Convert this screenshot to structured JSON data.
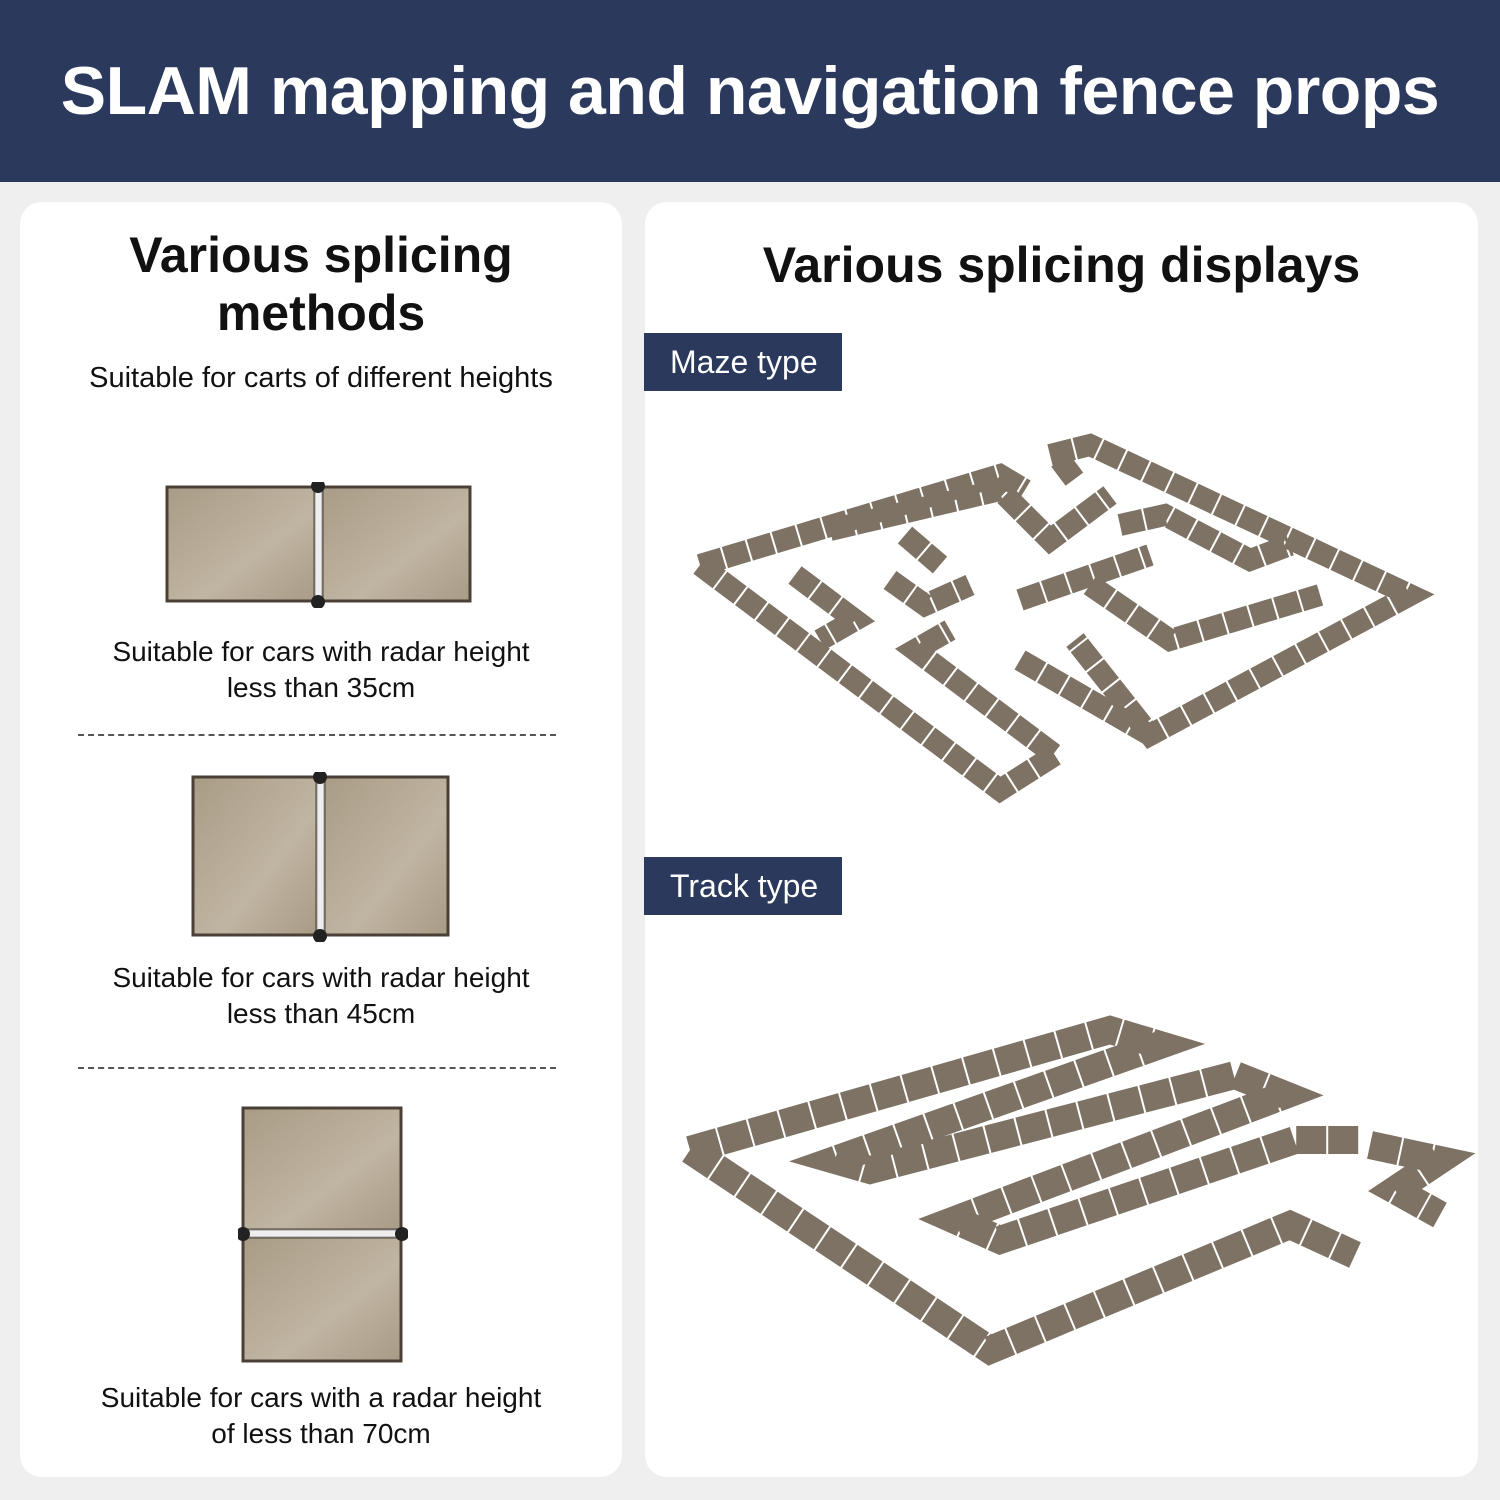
{
  "header": {
    "title": "SLAM mapping and navigation fence props"
  },
  "left_panel": {
    "title": "Various splicing methods",
    "subtitle": "Suitable for carts of different heights",
    "options": [
      {
        "caption_line1": "Suitable for cars with radar height",
        "caption_line2": "less than 35cm"
      },
      {
        "caption_line1": "Suitable for cars with radar height",
        "caption_line2": "less than 45cm"
      },
      {
        "caption_line1": "Suitable for cars with a radar height",
        "caption_line2": "of less than 70cm"
      }
    ]
  },
  "right_panel": {
    "title": "Various splicing displays",
    "maze_label": "Maze type",
    "track_label": "Track type"
  },
  "colors": {
    "header": "#2b3a5c",
    "panel_fill": "#b3a792",
    "fence": "#7d7264"
  }
}
